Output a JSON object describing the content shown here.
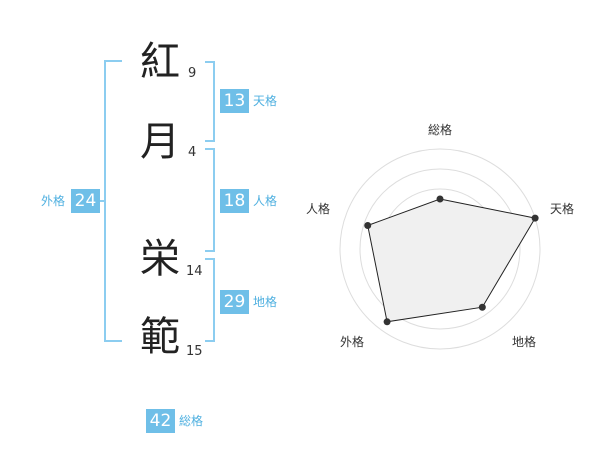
{
  "characters": [
    {
      "char": "紅",
      "strokes": "9"
    },
    {
      "char": "月",
      "strokes": "4"
    },
    {
      "char": "栄",
      "strokes": "14"
    },
    {
      "char": "範",
      "strokes": "15"
    }
  ],
  "kaku": {
    "tenkaku": {
      "value": "13",
      "label": "天格"
    },
    "jinkaku": {
      "value": "18",
      "label": "人格"
    },
    "chikaku": {
      "value": "29",
      "label": "地格"
    },
    "gaikaku": {
      "value": "24",
      "label": "外格"
    },
    "soukaku": {
      "value": "42",
      "label": "総格"
    }
  },
  "colors": {
    "badge": "#6fbfe8",
    "bracket": "#8ccdf0",
    "label": "#4fb0e0"
  },
  "chart_data": {
    "type": "radar",
    "axes": [
      "総格",
      "天格",
      "地格",
      "外格",
      "人格"
    ],
    "values": [
      2.5,
      5,
      3.6,
      4.5,
      3.8
    ],
    "max": 5,
    "rings": 5
  }
}
